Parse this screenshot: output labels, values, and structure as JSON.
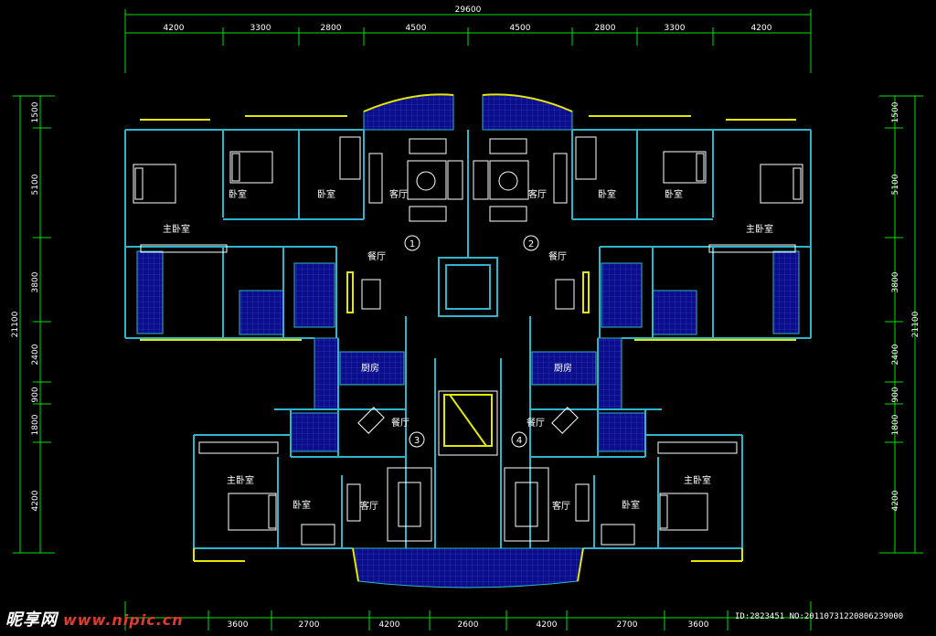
{
  "dimensions": {
    "top_total": "29600",
    "top_segments": [
      "4200",
      "3300",
      "2800",
      "4500",
      "4500",
      "2800",
      "3300",
      "4200"
    ],
    "bottom_segments": [
      "3600",
      "2700",
      "4200",
      "2600",
      "4200",
      "2700",
      "3600"
    ],
    "side_total": "21100",
    "side_segments": [
      "1500",
      "5100",
      "3800",
      "2400",
      "900",
      "1800",
      "4200"
    ]
  },
  "rooms": {
    "master_bedroom": "主卧室",
    "bedroom": "卧室",
    "living_room": "客厅",
    "dining_room": "餐厅",
    "kitchen": "厨房"
  },
  "units": [
    "1",
    "2",
    "3",
    "4"
  ],
  "watermark": {
    "brand": "昵享网",
    "domain": "www.nipic.cn",
    "image_id": "ID:2823451 NO:20110731220806239000"
  },
  "colors": {
    "background": "#000000",
    "wall": "#2fb4c8",
    "dimension": "#00e000",
    "window": "#e6e600",
    "tile": "#0b0e8a",
    "furniture": "#ffffff"
  }
}
